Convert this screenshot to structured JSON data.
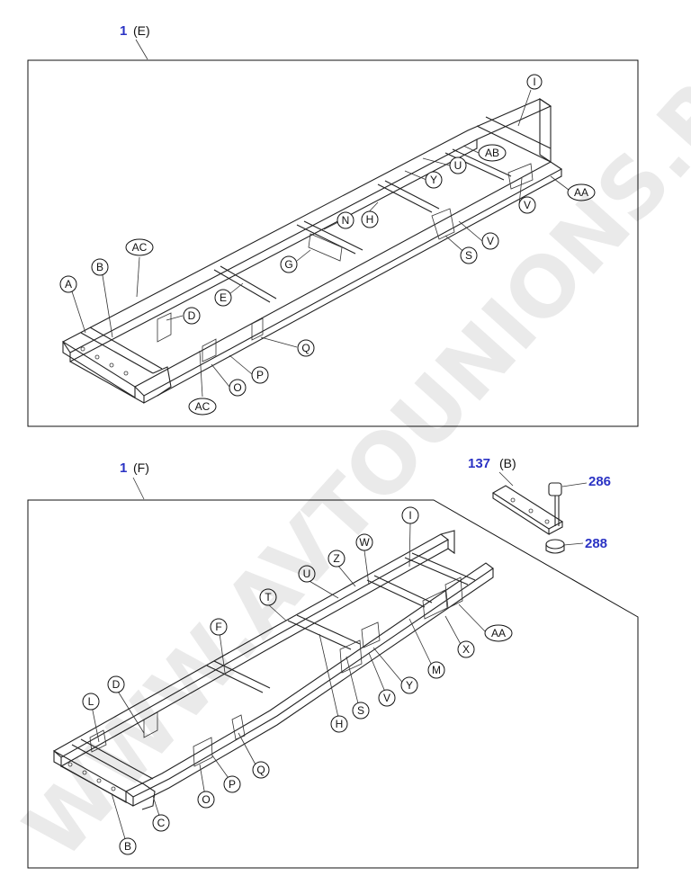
{
  "header_e": {
    "num": "1",
    "sub": "(E)"
  },
  "header_f": {
    "num": "1",
    "sub": "(F)"
  },
  "part_137": {
    "num": "137",
    "sub": "(B)"
  },
  "part_286": "286",
  "part_288": "288",
  "watermark": "WWW.AVTOUNIONS.RU",
  "top_callouts": [
    "I",
    "AB",
    "U",
    "Y",
    "AA",
    "V",
    "N",
    "H",
    "V",
    "S",
    "G",
    "AC",
    "E",
    "B",
    "A",
    "D",
    "Q",
    "P",
    "O",
    "AC"
  ],
  "bottom_callouts": [
    "I",
    "W",
    "Z",
    "U",
    "T",
    "AA",
    "X",
    "F",
    "M",
    "Y",
    "V",
    "S",
    "H",
    "D",
    "L",
    "Q",
    "P",
    "O",
    "C",
    "B"
  ]
}
